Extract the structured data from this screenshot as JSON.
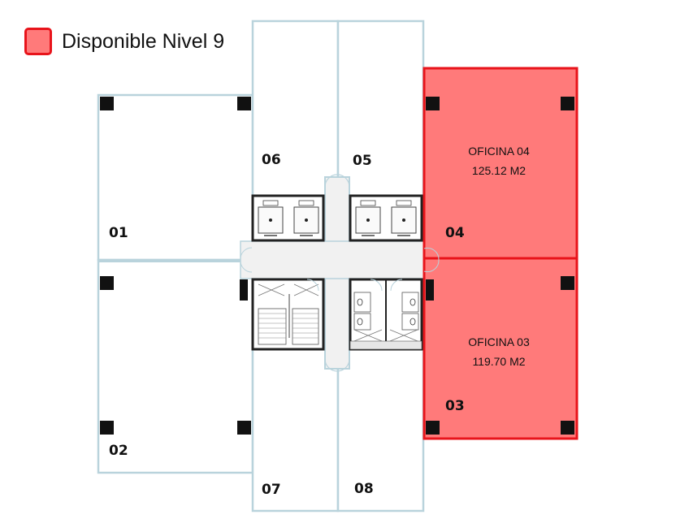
{
  "legend": {
    "label": "Disponible Nivel 9"
  },
  "colors": {
    "available_fill": "#ff7a7a",
    "available_border": "#e8141b",
    "wall": "#b9d3dc",
    "column": "#111111"
  },
  "units": [
    {
      "id": "01",
      "label": "01",
      "status": "not-available"
    },
    {
      "id": "02",
      "label": "02",
      "status": "not-available"
    },
    {
      "id": "03",
      "label": "03",
      "status": "available",
      "name": "OFICINA 03",
      "area": "119.70 M2"
    },
    {
      "id": "04",
      "label": "04",
      "status": "available",
      "name": "OFICINA 04",
      "area": "125.12 M2"
    },
    {
      "id": "05",
      "label": "05",
      "status": "not-available"
    },
    {
      "id": "06",
      "label": "06",
      "status": "not-available"
    },
    {
      "id": "07",
      "label": "07",
      "status": "not-available"
    },
    {
      "id": "08",
      "label": "08",
      "status": "not-available"
    }
  ]
}
